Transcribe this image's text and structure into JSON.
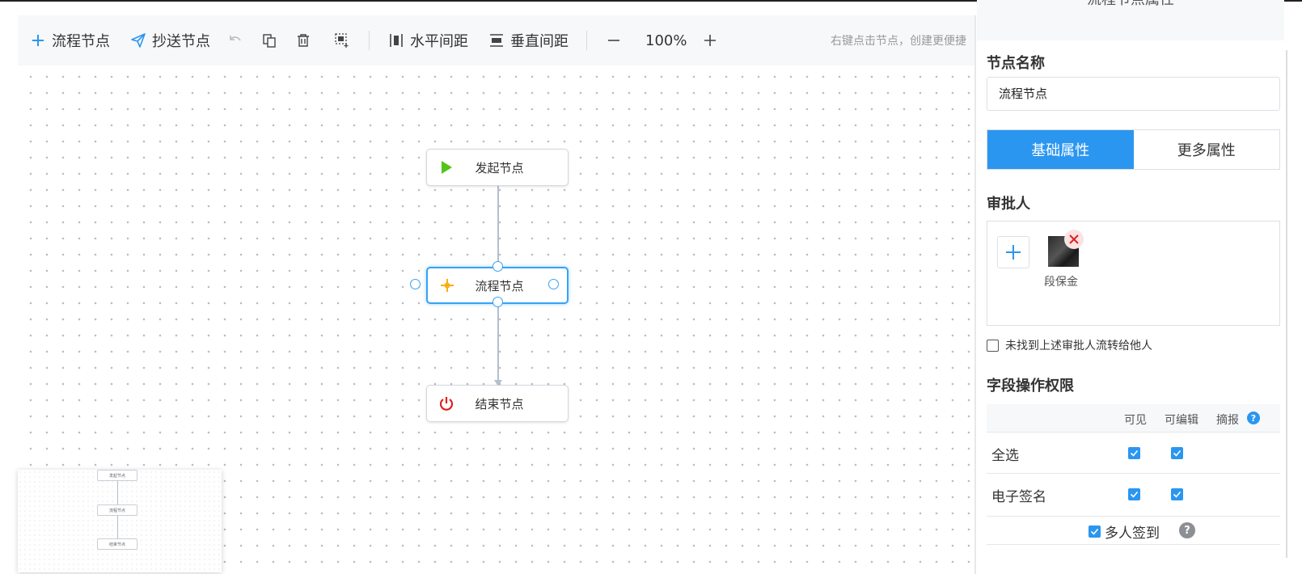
{
  "toolbar": {
    "process_node": "流程节点",
    "cc_node": "抄送节点",
    "horizontal_spacing": "水平间距",
    "vertical_spacing": "垂直间距",
    "zoom": "100%",
    "hint": "右键点击节点，创建更便捷"
  },
  "nodes": {
    "start": "发起节点",
    "process": "流程节点",
    "end": "结束节点"
  },
  "panel": {
    "header": "流程节点属性",
    "node_name_label": "节点名称",
    "node_name_value": "流程节点",
    "tab_basic": "基础属性",
    "tab_more": "更多属性",
    "approver_label": "审批人",
    "approver_name": "段保金",
    "transfer_label": "未找到上述审批人流转给他人",
    "field_perm_label": "字段操作权限",
    "col_visible": "可见",
    "col_editable": "可编辑",
    "col_digest": "摘报",
    "rows": [
      {
        "label": "全选",
        "visible": true,
        "editable": true
      },
      {
        "label": "电子签名",
        "visible": true,
        "editable": true
      }
    ],
    "multi_sign_label": "多人签到"
  },
  "colors": {
    "accent": "#2b96f0",
    "selected_border": "#36a3f7",
    "start_icon": "#52c41a",
    "process_icon": "#faad14",
    "end_icon": "#e02020"
  },
  "icons": [
    "plus-icon",
    "send-icon",
    "undo-icon",
    "copy-icon",
    "delete-icon",
    "select-icon",
    "horizontal-spacing-icon",
    "vertical-spacing-icon",
    "zoom-out-icon",
    "zoom-in-icon",
    "play-icon",
    "sun-icon",
    "power-icon",
    "close-icon",
    "help-icon"
  ]
}
